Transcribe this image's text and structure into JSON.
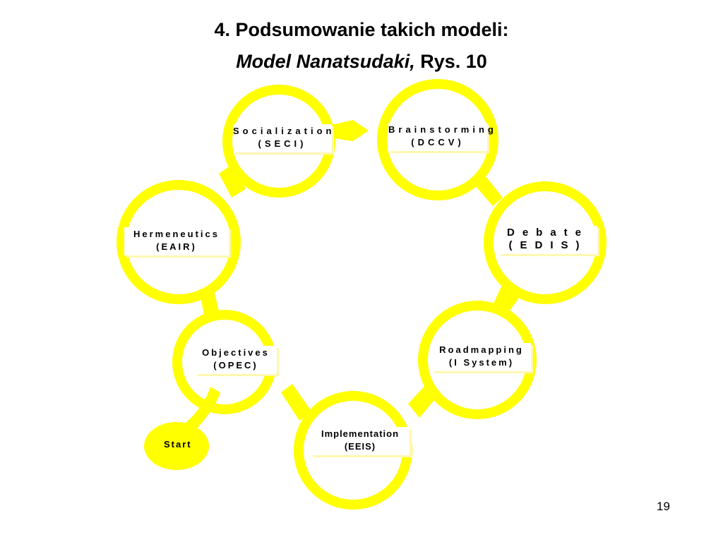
{
  "title": {
    "line1": "4. Podsumowanie takich modeli:",
    "line2_italic": "Model Nanatsudaki,",
    "line2_rest": " Rys. 10"
  },
  "colors": {
    "ring": "#ffff00",
    "text": "#000000",
    "background": "#ffffff"
  },
  "nodes": [
    {
      "id": "socialization",
      "line1": "Socialization",
      "line2": "(SECI)"
    },
    {
      "id": "brainstorming",
      "line1": "Brainstorming",
      "line2": "(DCCV)"
    },
    {
      "id": "debate",
      "line1": "Debate",
      "line2": "(EDIS)"
    },
    {
      "id": "roadmapping",
      "line1": "Roadmapping",
      "line2": "(I System)"
    },
    {
      "id": "implementation",
      "line1": "Implementation",
      "line2": "(EEIS)"
    },
    {
      "id": "objectives",
      "line1": "Objectives",
      "line2": "(OPEC)"
    },
    {
      "id": "hermeneutics",
      "line1": "Hermeneutics",
      "line2": "(EAIR)"
    }
  ],
  "start": {
    "label": "Start"
  },
  "page_number": "19"
}
